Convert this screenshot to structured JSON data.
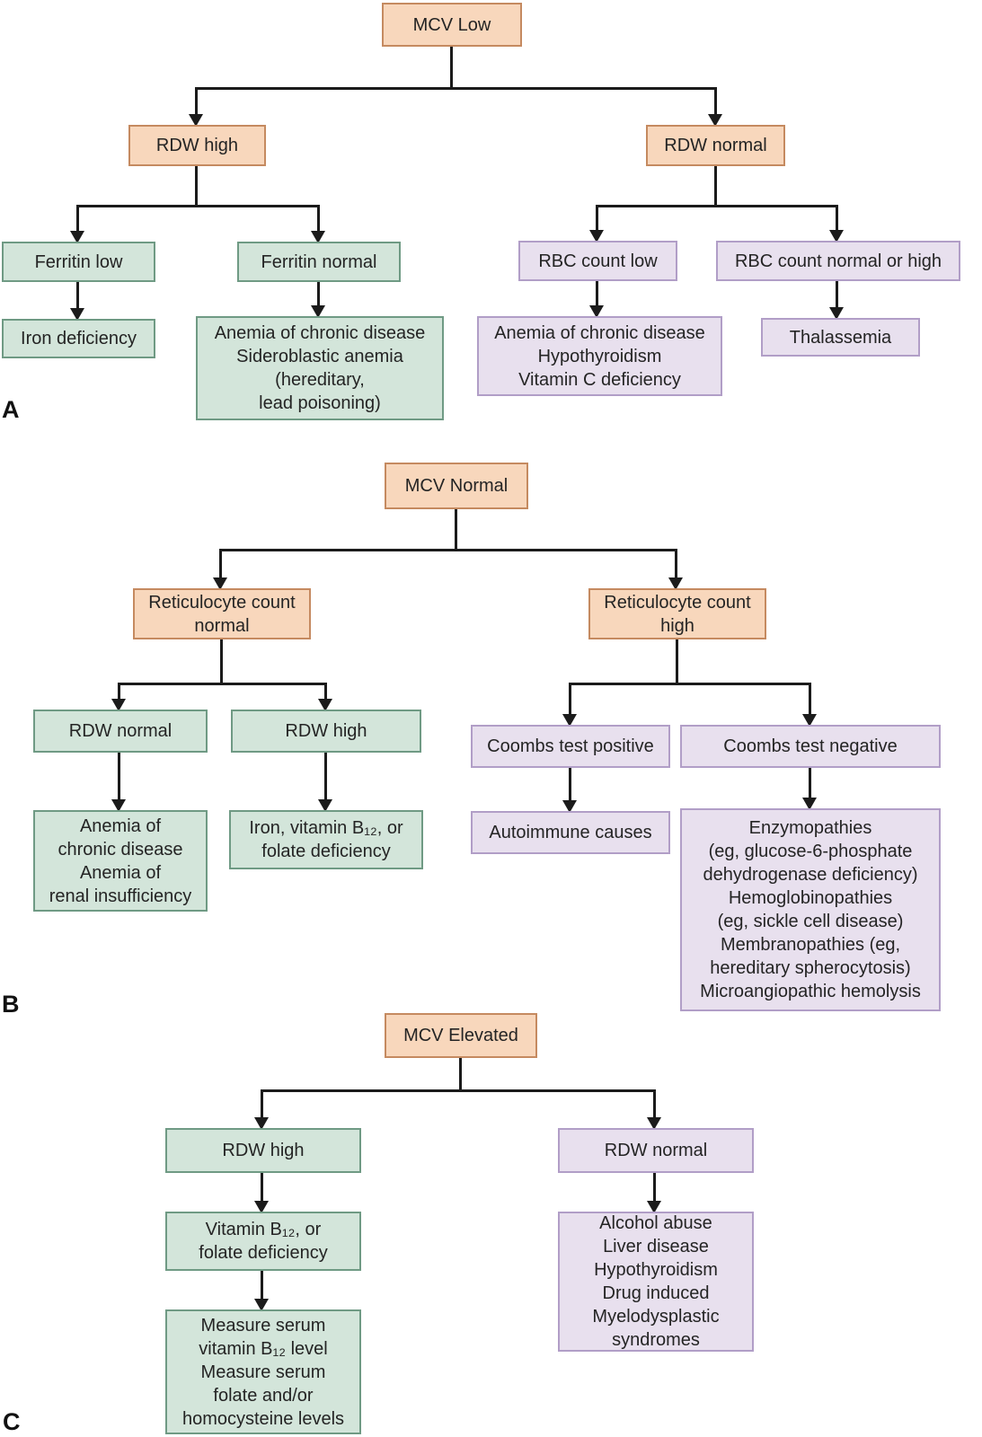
{
  "colors": {
    "orange_fill": "#f8d7bc",
    "orange_border": "#c58a60",
    "green_fill": "#d3e5da",
    "green_border": "#6f9a84",
    "purple_fill": "#e8e0ee",
    "purple_border": "#b19ec7",
    "line": "#1b1b1b"
  },
  "panel_a": {
    "label": "A",
    "nodes": {
      "mcv_low": "MCV Low",
      "rdw_high": "RDW high",
      "rdw_normal": "RDW normal",
      "ferritin_low": "Ferritin low",
      "ferritin_normal": "Ferritin normal",
      "iron_deficiency": "Iron deficiency",
      "ferritin_normal_causes": "Anemia of chronic disease\nSideroblastic anemia\n(hereditary,\nlead poisoning)",
      "rbc_count_low": "RBC count low",
      "rbc_count_normal_or_high": "RBC count normal or high",
      "rbc_low_causes": "Anemia of chronic disease\nHypothyroidism\nVitamin C deficiency",
      "thalassemia": "Thalassemia"
    }
  },
  "panel_b": {
    "label": "B",
    "nodes": {
      "mcv_normal": "MCV Normal",
      "retic_normal": "Reticulocyte count\nnormal",
      "retic_high": "Reticulocyte count\nhigh",
      "rdw_normal": "RDW normal",
      "rdw_high": "RDW high",
      "rdw_normal_causes": "Anemia of\nchronic disease\nAnemia of\nrenal insufficiency",
      "rdw_high_causes": "Iron, vitamin B₁₂, or\nfolate deficiency",
      "coombs_positive": "Coombs test positive",
      "coombs_negative": "Coombs test negative",
      "autoimmune": "Autoimmune causes",
      "coombs_negative_causes": "Enzymopathies\n(eg, glucose-6-phosphate\ndehydrogenase deficiency)\nHemoglobinopathies\n(eg, sickle cell disease)\nMembranopathies (eg,\nhereditary spherocytosis)\nMicroangiopathic hemolysis"
    }
  },
  "panel_c": {
    "label": "C",
    "nodes": {
      "mcv_elevated": "MCV Elevated",
      "rdw_high": "RDW high",
      "rdw_normal": "RDW normal",
      "rdw_high_causes": "Vitamin B₁₂, or\nfolate deficiency",
      "next_steps": "Measure serum\nvitamin B₁₂ level\nMeasure serum\nfolate and/or\nhomocysteine levels",
      "rdw_normal_causes": "Alcohol abuse\nLiver disease\nHypothyroidism\nDrug induced\nMyelodysplastic\nsyndromes"
    }
  }
}
